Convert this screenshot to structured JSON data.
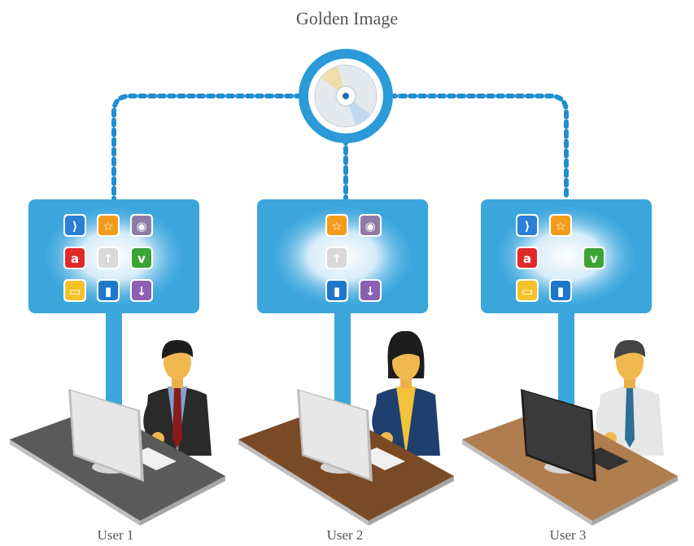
{
  "title": "Golden Image",
  "users": [
    {
      "label": "User 1",
      "apps": [
        1,
        1,
        1,
        1,
        1,
        1,
        1,
        1,
        1
      ],
      "gender": "male",
      "desk": "#5a5a5a",
      "monitor": "light",
      "hair": "#1d1d1d",
      "shirt": "#7fa3cc",
      "jacket": "#2a2a2a",
      "tie": "#8a1b1b"
    },
    {
      "label": "User 2",
      "apps": [
        0,
        1,
        1,
        0,
        1,
        0,
        0,
        1,
        1
      ],
      "gender": "female",
      "desk": "#7a4a26",
      "monitor": "light",
      "hair": "#1d1d1d",
      "shirt": "#f2c23b",
      "jacket": "#1f3f6f",
      "tie": ""
    },
    {
      "label": "User 3",
      "apps": [
        1,
        1,
        0,
        1,
        0,
        1,
        1,
        1,
        0
      ],
      "gender": "male",
      "desk": "#b07d4e",
      "monitor": "dark",
      "hair": "#444444",
      "shirt": "#e6e6e6",
      "jacket": "",
      "tie": "#2e6f95"
    }
  ],
  "app_icons": [
    {
      "name": "app-icon-blue-arrow",
      "color": "#2c7fd6",
      "glyph": "⟩"
    },
    {
      "name": "app-icon-star",
      "color": "#f39c1a",
      "glyph": "☆"
    },
    {
      "name": "app-icon-podcast",
      "color": "#8e7aa6",
      "glyph": "◉"
    },
    {
      "name": "app-icon-red-a",
      "color": "#e02a2a",
      "glyph": "a"
    },
    {
      "name": "app-icon-up-arrow",
      "color": "#d9d9d9",
      "glyph": "↑"
    },
    {
      "name": "app-icon-green-v",
      "color": "#3aa535",
      "glyph": "v"
    },
    {
      "name": "app-icon-yellow-card",
      "color": "#f5c22a",
      "glyph": "▭"
    },
    {
      "name": "app-icon-bar-chart",
      "color": "#1e78c8",
      "glyph": "▮"
    },
    {
      "name": "app-icon-purple-download",
      "color": "#8b5fb1",
      "glyph": "↓"
    }
  ],
  "colors": {
    "panel": "#3aa6dc",
    "connector": "#1f8fd0",
    "disc_ring": "#2a9ad8"
  }
}
